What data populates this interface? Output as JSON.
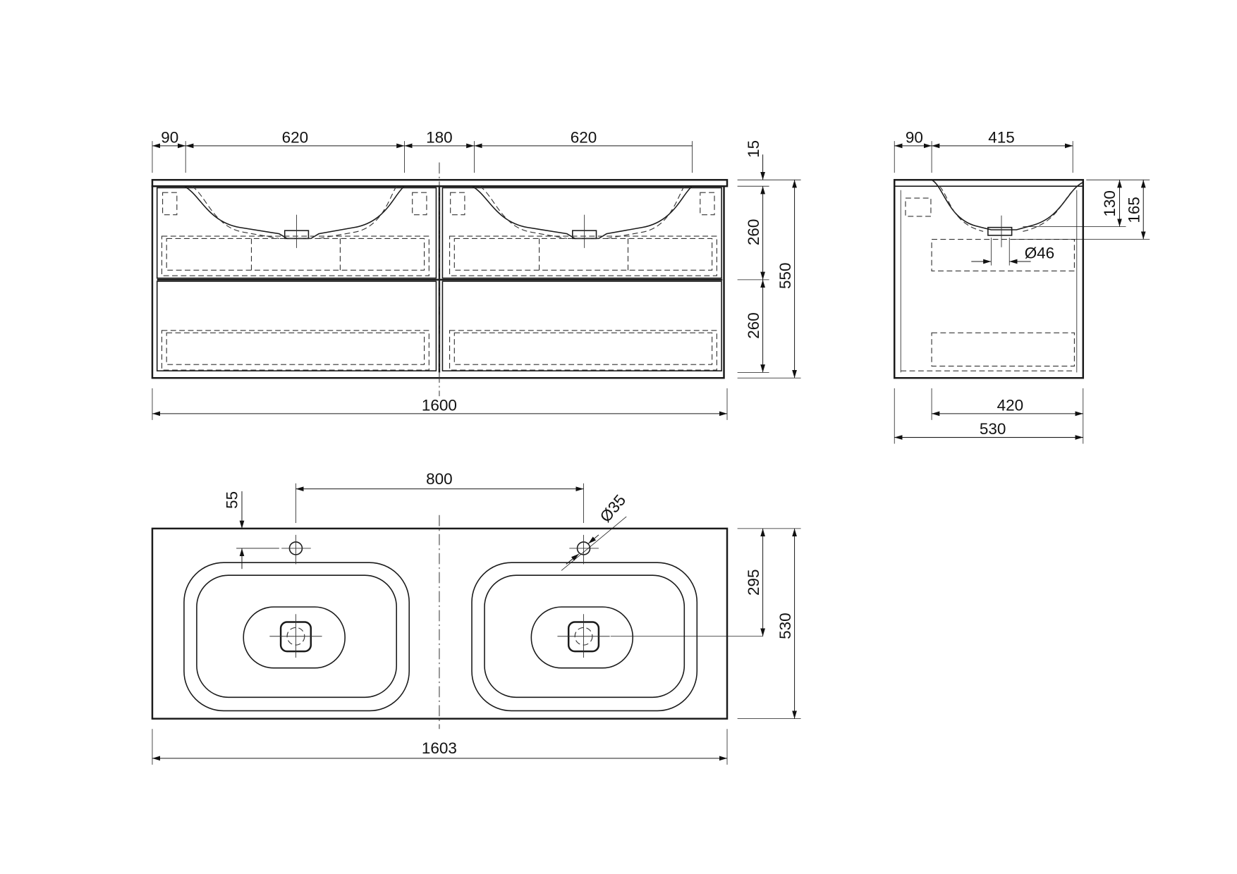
{
  "front_view": {
    "dims": {
      "left_offset": "90",
      "basin_width_left": "620",
      "gap": "180",
      "basin_width_right": "620",
      "top_thickness": "15",
      "upper_drawer": "260",
      "lower_drawer": "260",
      "total_height": "550",
      "total_width": "1600"
    }
  },
  "side_view": {
    "dims": {
      "front_offset": "90",
      "basin_depth": "415",
      "basin_height": "130",
      "drain_height": "165",
      "drain_diameter": "Ø46",
      "cabinet_depth": "420",
      "total_depth": "530"
    }
  },
  "top_view": {
    "dims": {
      "tap_spacing": "800",
      "tap_offset": "55",
      "tap_hole": "Ø35",
      "drain_offset": "295",
      "total_depth": "530",
      "total_width": "1603"
    }
  }
}
